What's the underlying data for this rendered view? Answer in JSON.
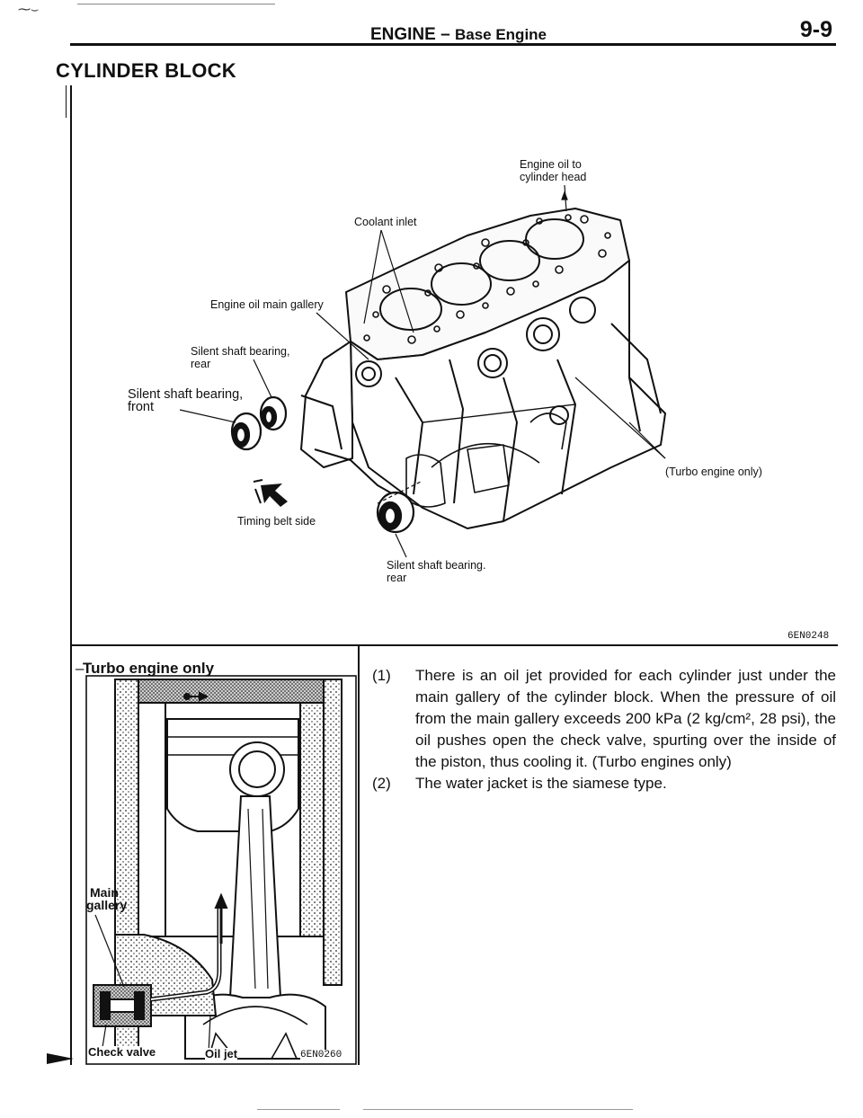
{
  "header": {
    "chapter": "ENGINE",
    "separator": "–",
    "subchapter": "Base Engine",
    "page_number": "9-9"
  },
  "section_title": "CYLINDER BLOCK",
  "figure_top": {
    "labels": {
      "oil_to_head_line1": "Engine oil to",
      "oil_to_head_line2": "cylinder head",
      "coolant_inlet": "Coolant inlet",
      "oil_main_gallery": "Engine oil main gallery",
      "silent_rear_top_line1": "Silent shaft bearing,",
      "silent_rear_top_line2": "rear",
      "silent_front_line1": "Silent shaft bearing,",
      "silent_front_line2": "front",
      "turbo_only": "(Turbo engine only)",
      "timing_belt_side": "Timing belt side",
      "silent_rear_bottom_line1": "Silent shaft bearing.",
      "silent_rear_bottom_line2": "rear"
    },
    "figure_code": "6EN0248"
  },
  "figure_bottom": {
    "title": "Turbo engine only",
    "labels": {
      "main_gallery_line1": "Main",
      "main_gallery_line2": "gallery",
      "check_valve": "Check valve",
      "oil_jet": "Oil jet"
    },
    "figure_code": "6EN0260"
  },
  "notes": [
    {
      "number": "(1)",
      "text": "There is an oil jet provided for each cylinder just under the main gallery of the cylinder block. When the pressure of oil from the main gallery exceeds 200 kPa (2 kg/cm², 28 psi), the oil pushes open the check valve, spurting over the inside of the piston, thus cooling it. (Turbo engines only)"
    },
    {
      "number": "(2)",
      "text": "The water jacket is the siamese type."
    }
  ],
  "icons": {
    "scan_mark": "scan-artifact-glyph",
    "view_direction": "view-arrow-icon"
  }
}
